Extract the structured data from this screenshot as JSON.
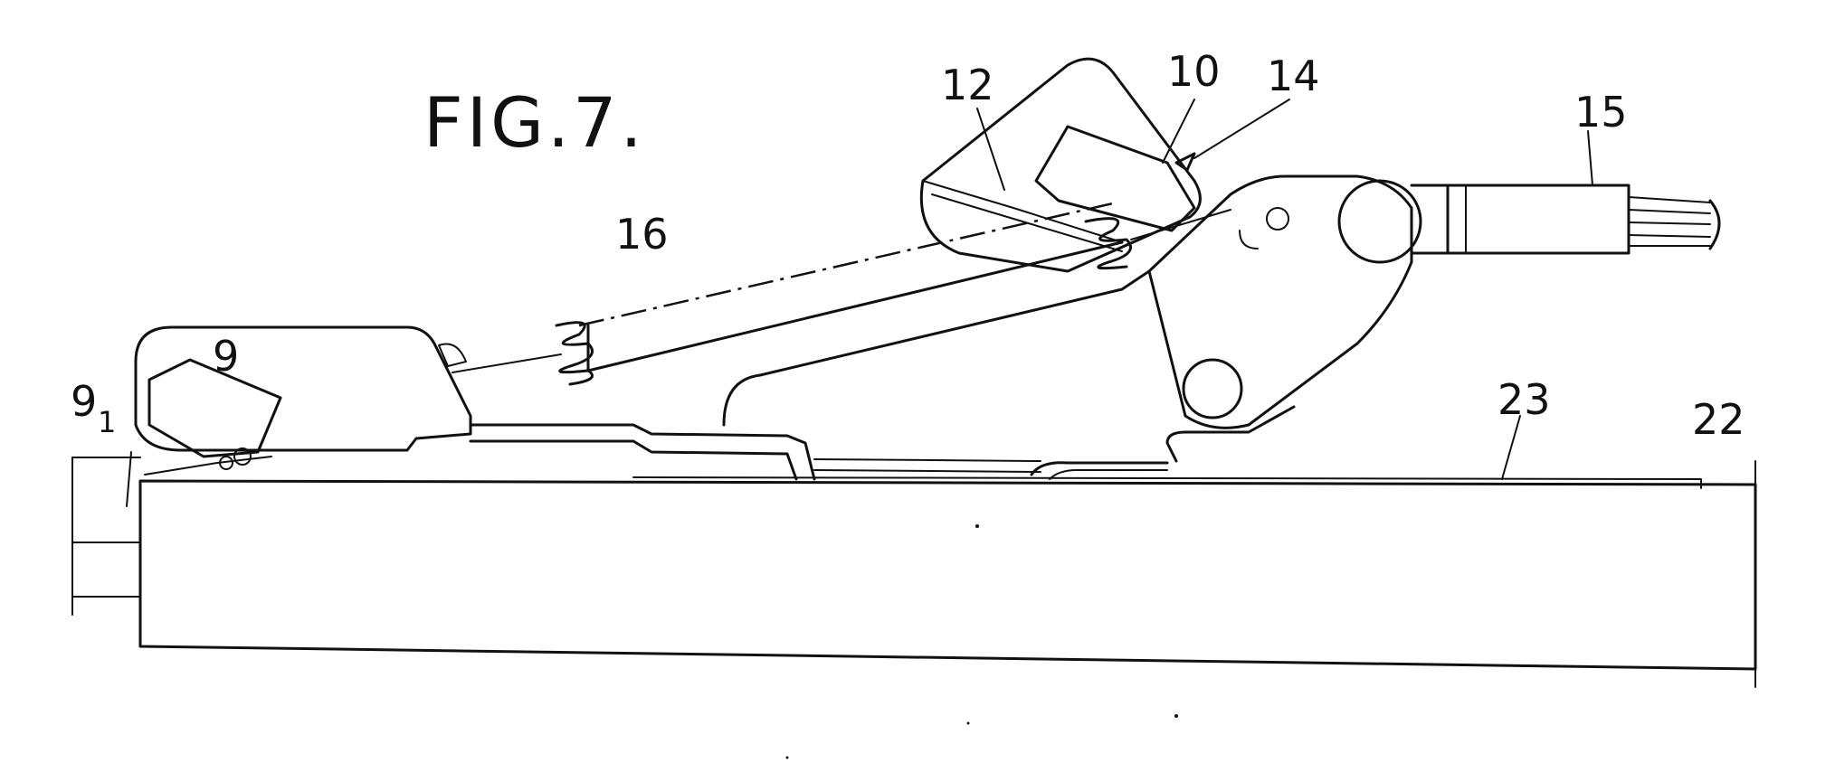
{
  "figure": {
    "title": "FIG.7.",
    "labels": {
      "l9": "9",
      "l9_1": "9",
      "l9_1_sub": "1",
      "l10": "10",
      "l12": "12",
      "l14": "14",
      "l15": "15",
      "l16": "16",
      "l22": "22",
      "l23": "23"
    }
  }
}
